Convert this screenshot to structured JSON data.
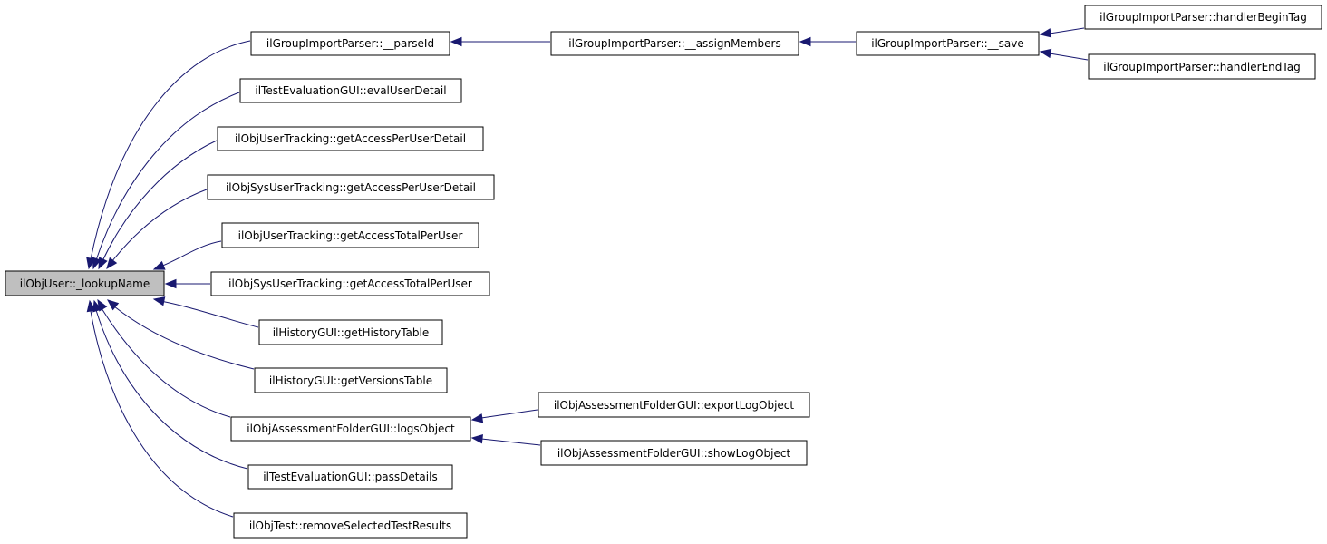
{
  "colors": {
    "edge": "#191970",
    "root_fill": "#bfbfbf",
    "node_fill": "#ffffff",
    "node_border": "#000000"
  },
  "nodes": {
    "root": "ilObjUser::_lookupName",
    "n1": "ilGroupImportParser::__parseId",
    "n2": "ilGroupImportParser::__assignMembers",
    "n3": "ilGroupImportParser::__save",
    "n4": "ilGroupImportParser::handlerBeginTag",
    "n5": "ilGroupImportParser::handlerEndTag",
    "n6": "ilTestEvaluationGUI::evalUserDetail",
    "n7": "ilObjUserTracking::getAccessPerUserDetail",
    "n8": "ilObjSysUserTracking::getAccessPerUserDetail",
    "n9": "ilObjUserTracking::getAccessTotalPerUser",
    "n10": "ilObjSysUserTracking::getAccessTotalPerUser",
    "n11": "ilHistoryGUI::getHistoryTable",
    "n12": "ilHistoryGUI::getVersionsTable",
    "n13": "ilObjAssessmentFolderGUI::logsObject",
    "n14": "ilObjAssessmentFolderGUI::exportLogObject",
    "n15": "ilObjAssessmentFolderGUI::showLogObject",
    "n16": "ilTestEvaluationGUI::passDetails",
    "n17": "ilObjTest::removeSelectedTestResults"
  },
  "edges": [
    {
      "from": "n1",
      "to": "root"
    },
    {
      "from": "n6",
      "to": "root"
    },
    {
      "from": "n7",
      "to": "root"
    },
    {
      "from": "n8",
      "to": "root"
    },
    {
      "from": "n9",
      "to": "root"
    },
    {
      "from": "n10",
      "to": "root"
    },
    {
      "from": "n11",
      "to": "root"
    },
    {
      "from": "n12",
      "to": "root"
    },
    {
      "from": "n13",
      "to": "root"
    },
    {
      "from": "n16",
      "to": "root"
    },
    {
      "from": "n17",
      "to": "root"
    },
    {
      "from": "n2",
      "to": "n1"
    },
    {
      "from": "n3",
      "to": "n2"
    },
    {
      "from": "n4",
      "to": "n3"
    },
    {
      "from": "n5",
      "to": "n3"
    },
    {
      "from": "n14",
      "to": "n13"
    },
    {
      "from": "n15",
      "to": "n13"
    }
  ]
}
